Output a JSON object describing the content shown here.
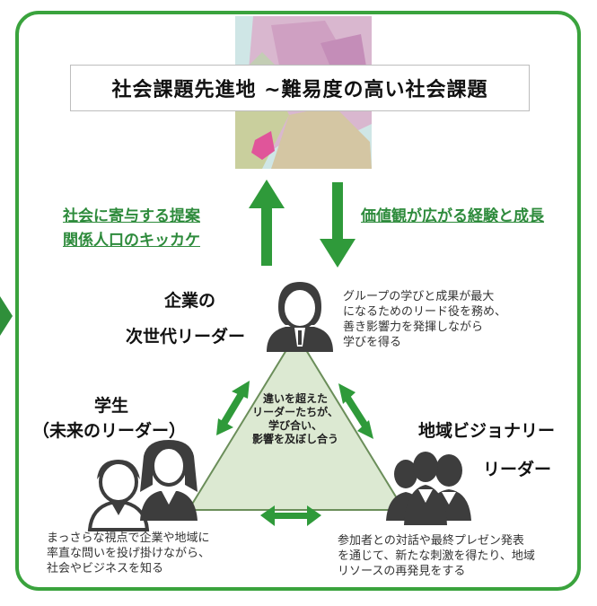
{
  "title": "社会課題先進地 ~難易度の高い社会課題",
  "labels": {
    "left_line1": "社会に寄与する提案",
    "left_line2": "関係人口のキッカケ",
    "right": "価値観が広がる経験と成長"
  },
  "corporate": {
    "heading_line1": "企業の",
    "heading_line2": "次世代リーダー",
    "desc": [
      "グループの学びと成果が最大",
      "になるためのリード役を務め、",
      "善き影響力を発揮しながら",
      "学びを得る"
    ]
  },
  "student": {
    "heading_line1": "学生",
    "heading_line2": "（未来のリーダー）",
    "desc": [
      "まっさらな視点で企業や地域に",
      "率直な問いを投げ掛けながら、",
      "社会やビジネスを知る"
    ]
  },
  "regional": {
    "heading_line1": "地域ビジョナリー",
    "heading_line2": "リーダー",
    "desc": [
      "参加者との対話や最終プレゼン発表",
      "を通じて、新たな刺激を得たり、地域",
      "リソースの再発見をする"
    ]
  },
  "triangle_text": [
    "違いを超えた",
    "リーダーたちが、",
    "学び合い、",
    "影響を及ぼし合う"
  ],
  "colors": {
    "green": "#3aa33d",
    "dark_green": "#2e8b3c",
    "triangle_fill": "#dce9d2",
    "icon": "#3d3d3d"
  },
  "icons": [
    "map-image",
    "person-suit-icon",
    "students-icon",
    "group-leaders-icon"
  ]
}
